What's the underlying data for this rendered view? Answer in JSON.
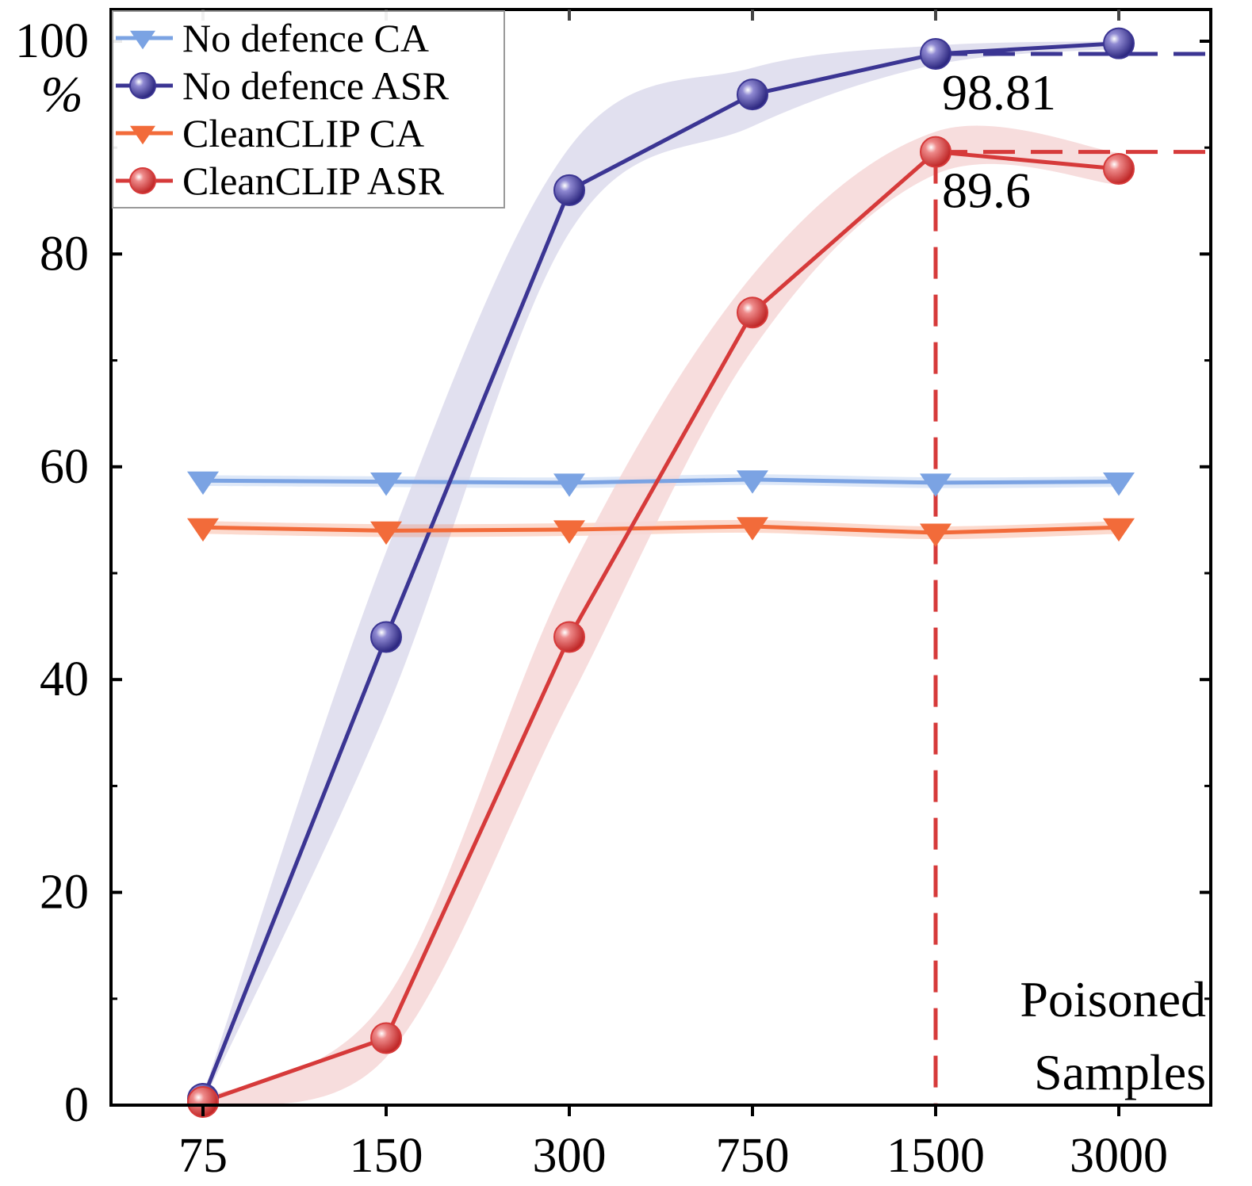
{
  "chart_data": {
    "type": "line",
    "title": "",
    "xlabel": "Poisoned Samples",
    "xlabel_lines": [
      "Poisoned",
      "Samples"
    ],
    "ylabel": "%",
    "categories": [
      "75",
      "150",
      "300",
      "750",
      "1500",
      "3000"
    ],
    "ylim": [
      0,
      100
    ],
    "yticks": [
      0,
      20,
      40,
      60,
      80,
      100
    ],
    "grid": false,
    "legend_position": "top-left",
    "series": [
      {
        "name": "No defence CA",
        "marker": "triangle-down",
        "color": "#7BA3E3",
        "values": [
          58.7,
          58.6,
          58.5,
          58.8,
          58.5,
          58.6
        ],
        "lower": [
          58.2,
          58.1,
          58.0,
          58.3,
          58.0,
          58.1
        ],
        "upper": [
          59.2,
          59.1,
          59.0,
          59.3,
          59.0,
          59.1
        ]
      },
      {
        "name": "No defence ASR",
        "marker": "sphere",
        "color": "#3B3593",
        "band_color": "#DCDAEC",
        "values": [
          0.6,
          44.0,
          86.0,
          95.0,
          98.81,
          99.8
        ],
        "lower": [
          0.2,
          37.0,
          82.0,
          92.0,
          97.8,
          99.3
        ],
        "upper": [
          1.0,
          52.0,
          90.0,
          97.5,
          99.6,
          100.0
        ]
      },
      {
        "name": "CleanCLIP CA",
        "marker": "triangle-down",
        "color": "#F26B3A",
        "values": [
          54.3,
          54.0,
          54.1,
          54.4,
          53.8,
          54.3
        ],
        "lower": [
          53.7,
          53.4,
          53.5,
          53.8,
          53.2,
          53.7
        ],
        "upper": [
          54.9,
          54.6,
          54.7,
          55.0,
          54.4,
          54.9
        ]
      },
      {
        "name": "CleanCLIP ASR",
        "marker": "sphere",
        "color": "#D63A3A",
        "band_color": "#F6D7D7",
        "values": [
          0.3,
          6.3,
          44.0,
          74.5,
          89.6,
          88.0
        ],
        "lower": [
          0.0,
          4.5,
          38.0,
          71.0,
          87.5,
          86.5
        ],
        "upper": [
          0.6,
          10.0,
          50.0,
          78.0,
          91.5,
          89.5
        ]
      }
    ],
    "annotations": [
      {
        "text": "98.81",
        "x": "1500",
        "y": 98.81,
        "series": "No defence ASR"
      },
      {
        "text": "89.6",
        "x": "1500",
        "y": 89.6,
        "series": "CleanCLIP ASR"
      }
    ]
  }
}
